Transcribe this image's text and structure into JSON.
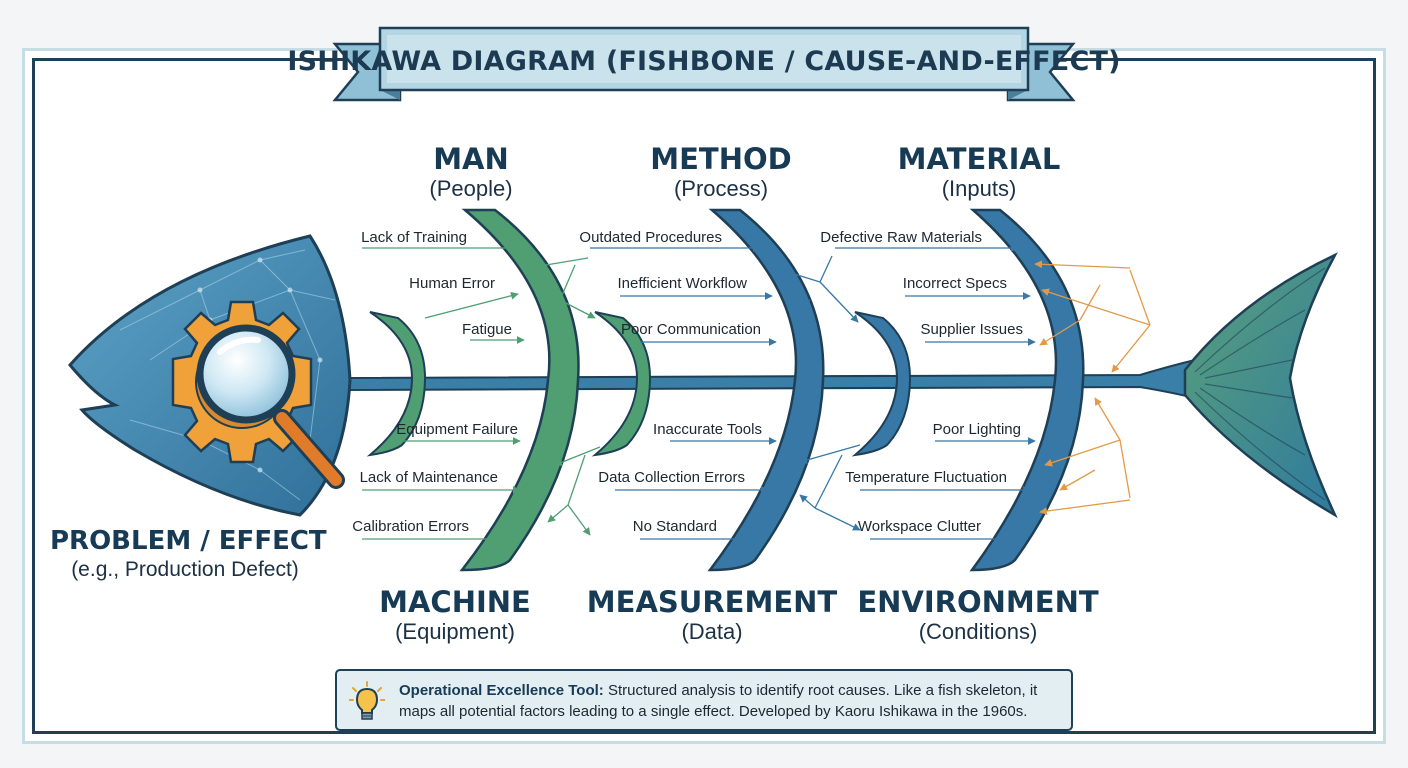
{
  "title": "ISHIKAWA DIAGRAM (FISHBONE / CAUSE-AND-EFFECT)",
  "problem": {
    "title": "PROBLEM / EFFECT",
    "subtitle": "(e.g., Production Defect)"
  },
  "categories": {
    "man": {
      "name": "MAN",
      "sub": "(People)",
      "causes": [
        "Lack of Training",
        "Human Error",
        "Fatigue"
      ]
    },
    "method": {
      "name": "METHOD",
      "sub": "(Process)",
      "causes": [
        "Outdated Procedures",
        "Inefficient Workflow",
        "Poor Communication"
      ]
    },
    "material": {
      "name": "MATERIAL",
      "sub": "(Inputs)",
      "causes": [
        "Defective Raw Materials",
        "Incorrect Specs",
        "Supplier Issues"
      ]
    },
    "machine": {
      "name": "MACHINE",
      "sub": "(Equipment)",
      "causes": [
        "Equipment Failure",
        "Lack of Maintenance",
        "Calibration Errors"
      ]
    },
    "measurement": {
      "name": "MEASUREMENT",
      "sub": "(Data)",
      "causes": [
        "Inaccurate Tools",
        "Data Collection Errors",
        "No Standard"
      ]
    },
    "environment": {
      "name": "ENVIRONMENT",
      "sub": "(Conditions)",
      "causes": [
        "Poor Lighting",
        "Temperature Fluctuation",
        "Workspace Clutter"
      ]
    }
  },
  "note": {
    "label": "Operational Excellence Tool:",
    "text": "Structured analysis to identify root causes. Like a fish skeleton, it maps all potential factors leading to a single effect. Developed by Kaoru Ishikawa in the 1960s."
  },
  "colors": {
    "green_bone": "#4f9f73",
    "blue_bone": "#3778a6",
    "orange_arrow": "#e29a48",
    "gear": "#f0a13a",
    "navy": "#1e3f55"
  },
  "icons": [
    "gear-icon",
    "magnifier-icon",
    "lightbulb-icon"
  ]
}
